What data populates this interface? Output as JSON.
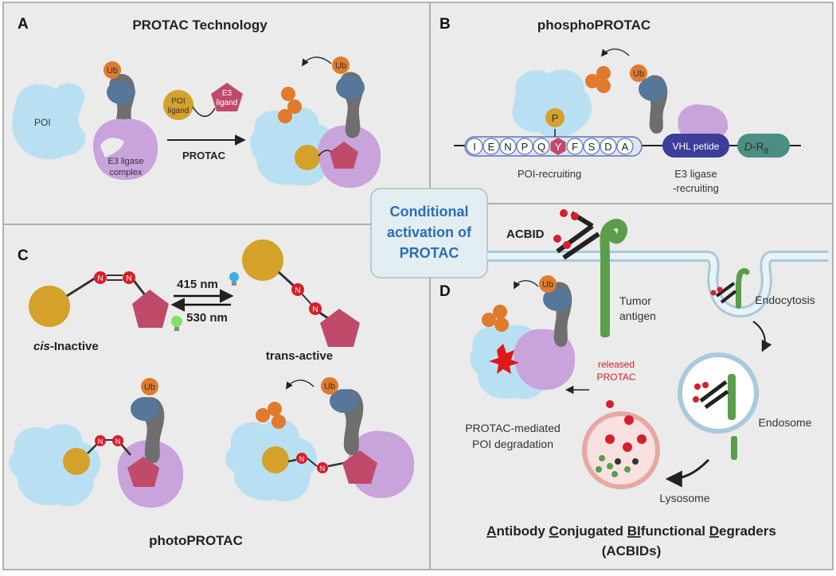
{
  "panels": {
    "a": {
      "letter": "A",
      "title": "PROTAC Technology",
      "poi": "POI",
      "e3_complex_line1": "E3 ligase",
      "e3_complex_line2": "complex",
      "poi_ligand_line1": "POI",
      "poi_ligand_line2": "ligand",
      "e3_ligand_line1": "E3",
      "e3_ligand_line2": "ligand",
      "arrow_label": "PROTAC",
      "ub": "Ub",
      "ub2": "Ub"
    },
    "b": {
      "letter": "B",
      "title": "phosphoPROTAC",
      "phospho": "P",
      "peptide": [
        "I",
        "E",
        "N",
        "P",
        "Q",
        "Y",
        "F",
        "S",
        "D",
        "A"
      ],
      "vhl": "VHL petide",
      "dr8_prefix": "D",
      "dr8_suffix": "-R",
      "dr8_sub": "8",
      "poi_recruiting": "POI-recruiting",
      "e3_recruiting_line1": "E3 ligase",
      "e3_recruiting_line2": "-recruiting",
      "ub": "Ub"
    },
    "center": {
      "line1": "Conditional",
      "line2": "activation of",
      "line3": "PROTAC"
    },
    "c": {
      "letter": "C",
      "wavelength_1": "415 nm",
      "wavelength_2": "530 nm",
      "cis_prefix": "cis",
      "cis_suffix": "-Inactive",
      "trans": "trans-active",
      "title": "photoPROTAC",
      "n": "N",
      "ub": "Ub",
      "ub2": "Ub"
    },
    "d": {
      "letter": "D",
      "acbid": "ACBID",
      "tumor_line1": "Tumor",
      "tumor_line2": "antigen",
      "endocytosis": "Endocytosis",
      "endosome": "Endosome",
      "lysosome": "Lysosome",
      "released_line1": "released",
      "released_line2": "PROTAC",
      "degradation_line1": "PROTAC-mediated",
      "degradation_line2": "POI degradation",
      "ub": "Ub",
      "footer_line2": "(ACBIDs)"
    }
  },
  "colors": {
    "poi": "#b9e0f2",
    "e3": "#c9a3dc",
    "ub": "#e07b2e",
    "ligand": "#d4a12a",
    "pentagon": "#c04a6a",
    "blue": "#56769a",
    "grey": "#6e6e6e",
    "red": "#d81e2a",
    "green": "#5a9e4b",
    "accent_text": "#2e6db3",
    "panel_bg": "#ebebeb"
  }
}
